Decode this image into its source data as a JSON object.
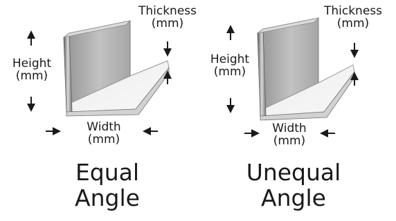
{
  "diagrams": [
    {
      "title_line1": "Equal",
      "title_line2": "Angle",
      "thickness_line1": "Thickness",
      "thickness_line2": "(mm)",
      "height_line1": "Height",
      "height_line2": "(mm)",
      "width_line1": "Width",
      "width_line2": "(mm)"
    },
    {
      "title_line1": "Unequal",
      "title_line2": "Angle",
      "thickness_line1": "Thickness",
      "thickness_line2": "(mm)",
      "height_line1": "Height",
      "height_line2": "(mm)",
      "width_line1": "Width",
      "width_line2": "(mm)"
    }
  ],
  "colors": {
    "text": "#1a1a1a",
    "steel_face": "#b3b3b3",
    "steel_top": "#f4f4f4",
    "steel_edge": "#6f6f6f"
  }
}
